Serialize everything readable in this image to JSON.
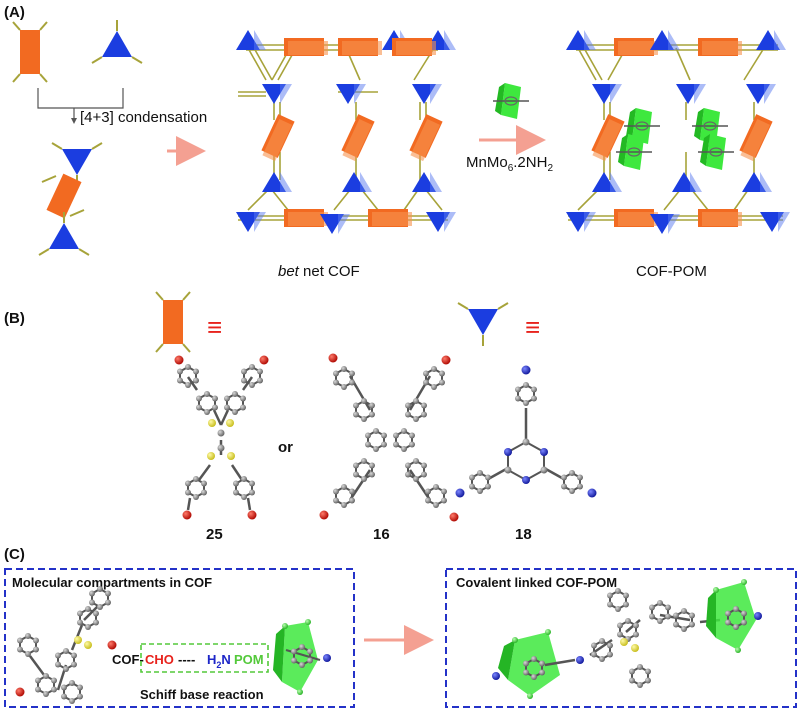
{
  "panels": {
    "a": "(A)",
    "b": "(B)",
    "c": "(C)"
  },
  "panel_a": {
    "condensation_label": "[4+3] condensation",
    "reagent_label_prefix": "MnMo",
    "reagent_sub1": "6",
    "reagent_mid": ".2NH",
    "reagent_sub2": "2",
    "net_label_italic": "bet",
    "net_label_rest": " net COF",
    "product_label": "COF-POM"
  },
  "panel_b": {
    "equiv_symbol": "≡",
    "or_label": "or",
    "compound_numbers": [
      "25",
      "16",
      "18"
    ]
  },
  "panel_c": {
    "left_box_title": "Molecular compartments in COF",
    "right_box_title": "Covalent linked COF-POM",
    "cof_text": "COF-",
    "cho_text": "CHO",
    "dash_text": "----",
    "h2n_h": "H",
    "h2n_sub": "2",
    "h2n_n": "N",
    "pom_text": "POM",
    "reaction_label": "Schiff base reaction"
  },
  "colors": {
    "orange": "#f26a21",
    "blue": "#1b3de0",
    "olive": "#a7a33a",
    "green": "#3ee83e",
    "arrow_pink": "#f4a092",
    "box_blue": "#2432c8",
    "red_text": "#e8231d",
    "green_text": "#53c93a",
    "atom_grey": "#7a7a7a",
    "atom_yellow": "#e4dc4a",
    "atom_red": "#d21a12",
    "atom_blue": "#1d26c8"
  }
}
